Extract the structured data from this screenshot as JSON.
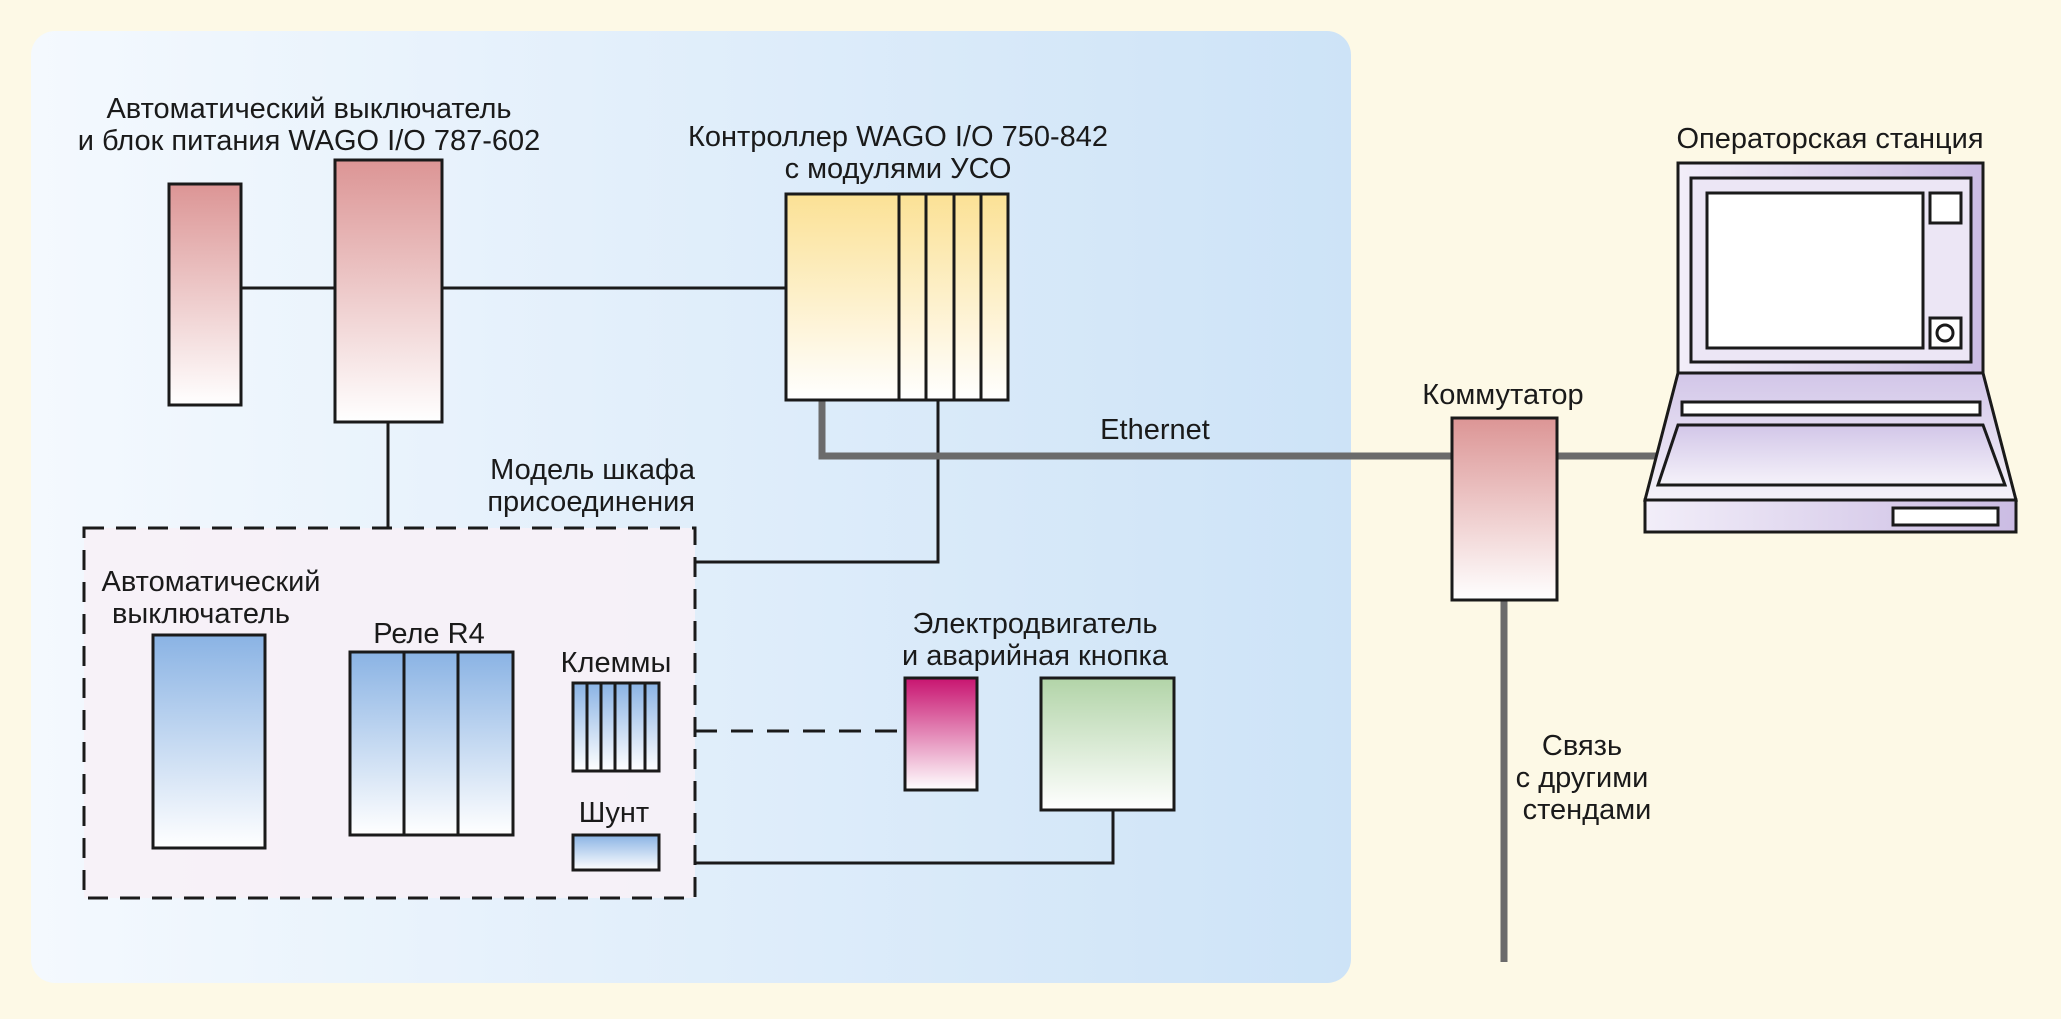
{
  "labels": {
    "breaker_psu_line1": "Автоматический выключатель",
    "breaker_psu_line2": "и блок питания WAGO I/O 787-602",
    "controller_line1": "Контроллер WAGO I/O 750-842",
    "controller_line2": "с модулями УСО",
    "operator_station": "Операторская станция",
    "switch": "Коммутатор",
    "ethernet": "Ethernet",
    "cabinet_line1": "Модель шкафа",
    "cabinet_line2": "присоединения",
    "breaker_line1": "Автоматический",
    "breaker_line2": "выключатель",
    "relay": "Реле R4",
    "terminals": "Клеммы",
    "shunt": "Шунт",
    "motor_line1": "Электродвигатель",
    "motor_line2": "и аварийная кнопка",
    "link_line1": "Связь",
    "link_line2": "с другими",
    "link_line3": "стендами"
  },
  "colors": {
    "background": "#fdf9e6",
    "panel": "#cfe5f8",
    "pink_box": "#dc9a9a",
    "yellow_box": "#fbe49a",
    "blue_box": "#8db6e6",
    "magenta_box": "#c8146e",
    "green_box": "#b6d6ac",
    "laptop": "#cfc2e6",
    "cable": "#6b6b6b"
  }
}
